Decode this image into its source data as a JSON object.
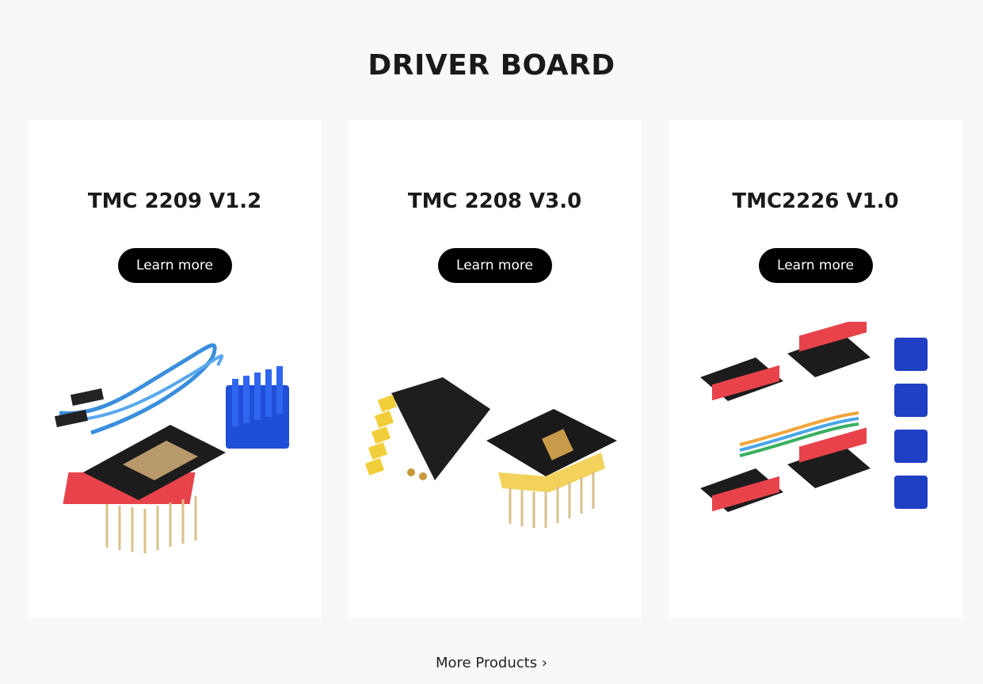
{
  "section": {
    "title": "DRIVER BOARD"
  },
  "cards": [
    {
      "title": "TMC 2209 V1.2",
      "button_label": "Learn more"
    },
    {
      "title": "TMC 2208 V3.0",
      "button_label": "Learn more"
    },
    {
      "title": "TMC2226 V1.0",
      "button_label": "Learn more"
    }
  ],
  "footer": {
    "more_label": "More Products ›"
  },
  "colors": {
    "background": "#f7f8fa",
    "card": "#ffffff",
    "button": "#000000",
    "heatsink": "#1f4fd6",
    "pcb": "#1c1c1c",
    "header_pins": "#e8434b"
  }
}
